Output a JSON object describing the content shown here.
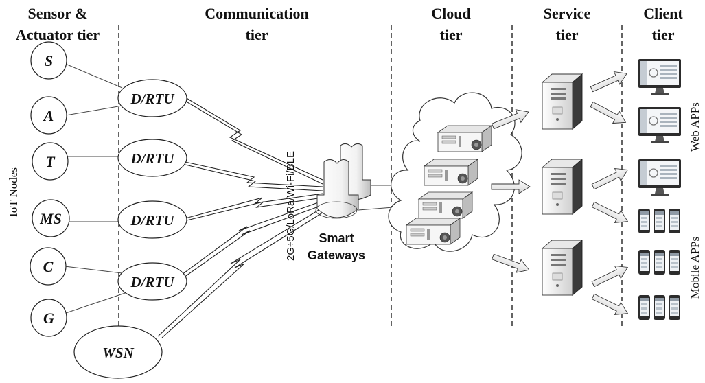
{
  "tiers": {
    "sensor_line1": "Sensor &",
    "sensor_line2": "Actuator tier",
    "communication_line1": "Communication",
    "communication_line2": "tier",
    "cloud_line1": "Cloud",
    "cloud_line2": "tier",
    "service_line1": "Service",
    "service_line2": "tier",
    "client_line1": "Client",
    "client_line2": "tier"
  },
  "iot_nodes_label": "IoT Nodes",
  "nodes": [
    "S",
    "A",
    "T",
    "MS",
    "C",
    "G"
  ],
  "rtus": [
    "D/RTU",
    "D/RTU",
    "D/RTU",
    "D/RTU"
  ],
  "wsn_label": "WSN",
  "protocols_label": "2G÷5G/LoRa/Wi-Fi/BLE",
  "gateways_line1": "Smart",
  "gateways_line2": "Gateways",
  "web_apps_label": "Web APPs",
  "mobile_apps_label": "Mobile APPs",
  "colors": {
    "line": "#222222",
    "device_fill": "#ffffff",
    "screen": "#9aa6b2"
  }
}
